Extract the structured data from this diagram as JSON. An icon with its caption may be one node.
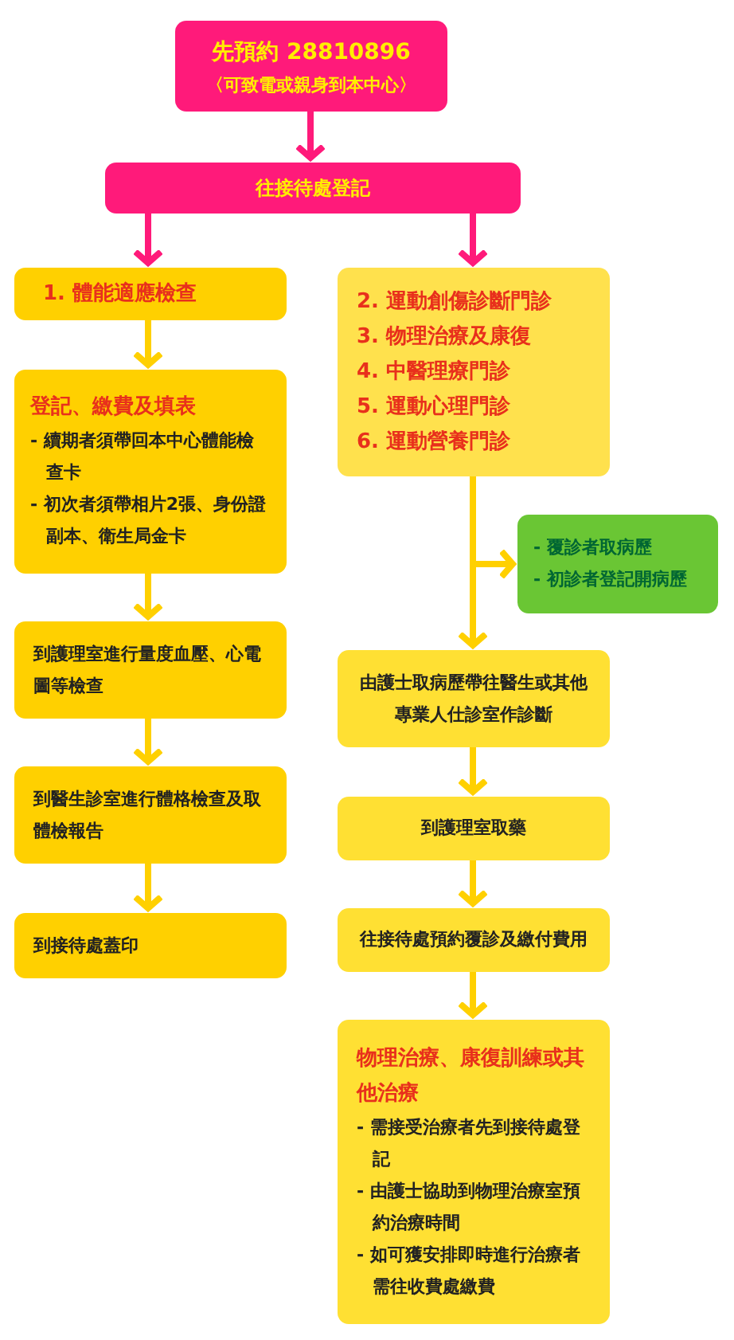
{
  "diagram": {
    "nodes": [
      {
        "text": [
          "先預約 28810896",
          "〈可致電或親身到本中心〉"
        ]
      },
      {
        "text": [
          "往接待處登記"
        ]
      },
      {
        "text": [
          "1. 體能適應檢查"
        ]
      },
      {
        "text": [
          "2. 運動創傷診斷門診",
          "3. 物理治療及康復",
          "4. 中醫理療門診",
          "5. 運動心理門診",
          "6. 運動營養門診"
        ]
      },
      {
        "text": [
          "登記、繳費及填表",
          "- 續期者須帶回本中心體能檢查卡",
          "- 初次者須帶相片2張、身份證副本、衛生局金卡"
        ]
      },
      {
        "text": [
          "- 覆診者取病歷",
          "- 初診者登記開病歷"
        ]
      },
      {
        "text": [
          "到護理室進行量度血壓、心電圖等檢查"
        ]
      },
      {
        "text": [
          "由護士取病歷帶往醫生或其他專業人仕診室作診斷"
        ]
      },
      {
        "text": [
          "到醫生診室進行體格檢查及取體檢報告"
        ]
      },
      {
        "text": [
          "到護理室取藥"
        ]
      },
      {
        "text": [
          "到接待處蓋印"
        ]
      },
      {
        "text": [
          "往接待處預約覆診及繳付費用"
        ]
      },
      {
        "text": [
          "物理治療、康復訓練或其他治療",
          "- 需接受治療者先到接待處登記",
          "- 由護士協助到物理治療室預約治療時間",
          "- 如可獲安排即時進行治療者需往收費處繳費"
        ]
      }
    ],
    "edges": [
      {
        "from": 0,
        "to": 1,
        "arrow": "to",
        "color": "#ff1a7a"
      },
      {
        "from": 1,
        "to": 2,
        "arrow": "to",
        "color": "#ff1a7a"
      },
      {
        "from": 1,
        "to": 3,
        "arrow": "to",
        "color": "#ff1a7a"
      },
      {
        "from": 2,
        "to": 4,
        "arrow": "to"
      },
      {
        "from": 4,
        "to": 6,
        "arrow": "to"
      },
      {
        "from": 6,
        "to": 8,
        "arrow": "to"
      },
      {
        "from": 8,
        "to": 10,
        "arrow": "to"
      },
      {
        "from": 3,
        "to": 5,
        "arrow": "to"
      },
      {
        "from": 3,
        "to": 7,
        "arrow": "to"
      },
      {
        "from": 7,
        "to": 9,
        "arrow": "to"
      },
      {
        "from": 9,
        "to": 11,
        "arrow": "to"
      },
      {
        "from": 11,
        "to": 12,
        "arrow": "to"
      }
    ]
  }
}
